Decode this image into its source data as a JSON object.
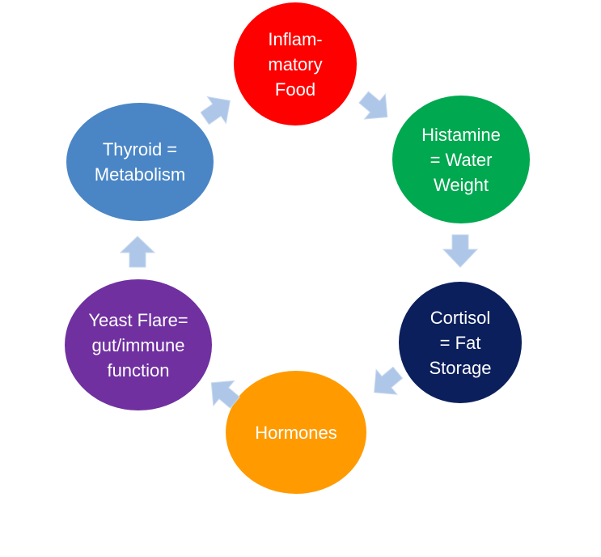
{
  "diagram": {
    "nodes": [
      {
        "id": "inflammatory",
        "label": "Inflam-\nmatory\nFood",
        "color": "#ff0000"
      },
      {
        "id": "histamine",
        "label": "Histamine\n= Water\nWeight",
        "color": "#00a850"
      },
      {
        "id": "cortisol",
        "label": "Cortisol\n=   Fat\nStorage",
        "color": "#0b1f5c"
      },
      {
        "id": "hormones",
        "label": "Hormones",
        "color": "#ff9b00"
      },
      {
        "id": "yeast",
        "label": "Yeast Flare=\ngut/immune\nfunction",
        "color": "#7030a0"
      },
      {
        "id": "thyroid",
        "label": "Thyroid =\nMetabolism",
        "color": "#4a86c6"
      }
    ],
    "arrow_color": "#aec6e8"
  }
}
